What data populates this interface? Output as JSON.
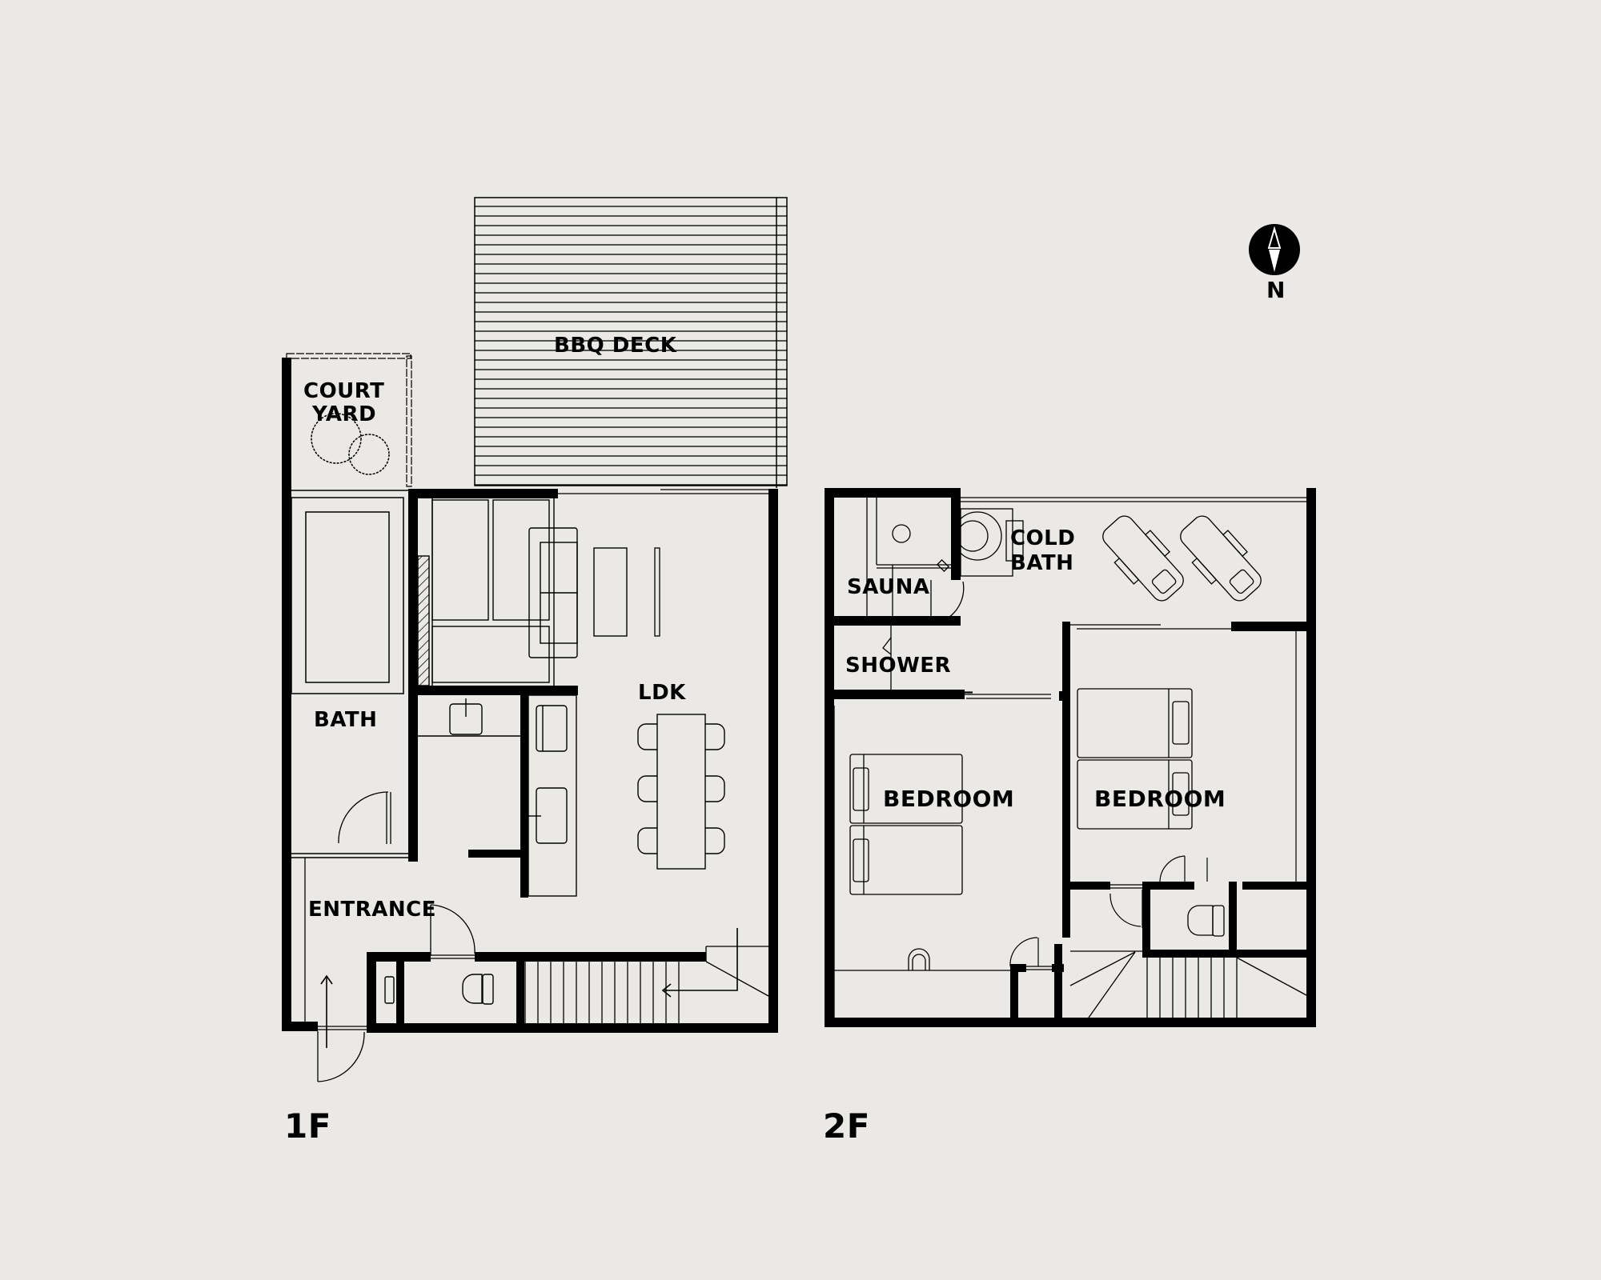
{
  "plan": {
    "background": "#ebe9e5",
    "ink": "#000000",
    "compass": {
      "icon": "north-arrow-icon",
      "label": "N"
    },
    "floors": [
      {
        "label": "1F",
        "rooms": {
          "bbq_deck": "BBQ DECK",
          "courtyard_line1": "COURT",
          "courtyard_line2": "YARD",
          "bath": "BATH",
          "ldk": "LDK",
          "entrance": "ENTRANCE"
        }
      },
      {
        "label": "2F",
        "rooms": {
          "sauna": "SAUNA",
          "cold_bath_line1": "COLD",
          "cold_bath_line2": "BATH",
          "shower": "SHOWER",
          "bedroom_1": "BEDROOM",
          "bedroom_2": "BEDROOM"
        }
      }
    ]
  }
}
